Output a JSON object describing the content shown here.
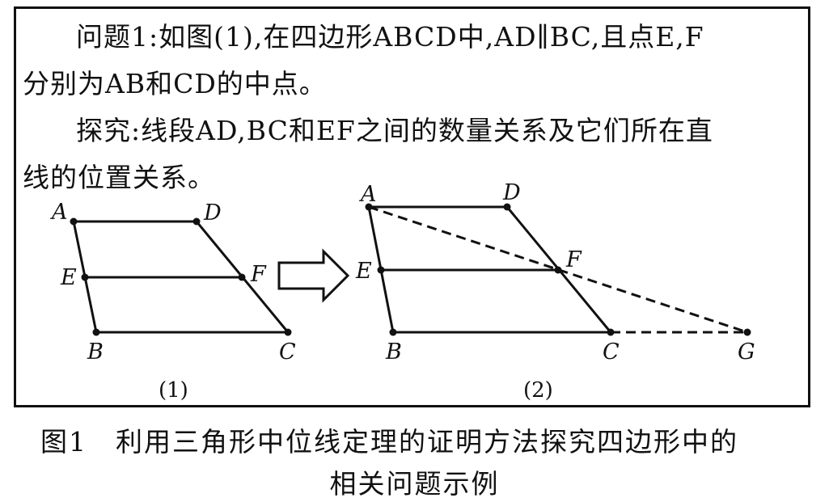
{
  "problem": {
    "line1": "问题1:如图(1),在四边形ABCD中,AD∥BC,且点E,F",
    "line2": "分别为AB和CD的中点。",
    "line3": "探究:线段AD,BC和EF之间的数量关系及它们所在直",
    "line4": "线的位置关系。"
  },
  "figure1": {
    "labels": {
      "A": "A",
      "D": "D",
      "E": "E",
      "F": "F",
      "B": "B",
      "C": "C"
    },
    "sublabel": "(1)"
  },
  "figure2": {
    "labels": {
      "A": "A",
      "D": "D",
      "E": "E",
      "F": "F",
      "B": "B",
      "C": "C",
      "G": "G"
    },
    "sublabel": "(2)"
  },
  "caption": {
    "line1": "图1　利用三角形中位线定理的证明方法探究四边形中的",
    "line2": "相关问题示例"
  }
}
